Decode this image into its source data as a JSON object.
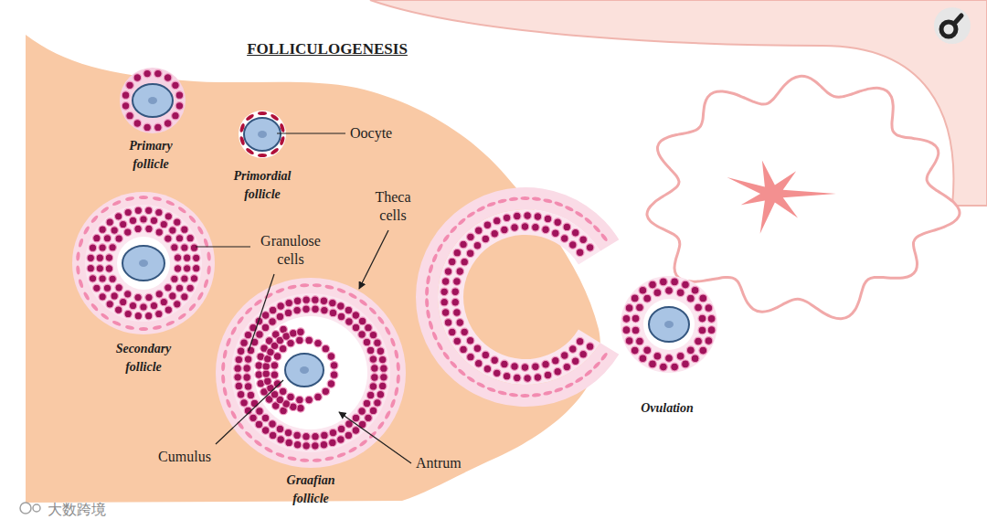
{
  "diagram": {
    "title": "FOLLICULOGENESIS",
    "labels": [
      "Primary follicle",
      "Primordial follicle",
      "Oocyte",
      "Theca cells",
      "Granulose cells",
      "Secondary follicle",
      "Cumulus",
      "Antrum",
      "Graafian follicle",
      "Ovulation",
      "大数跨境"
    ]
  }
}
